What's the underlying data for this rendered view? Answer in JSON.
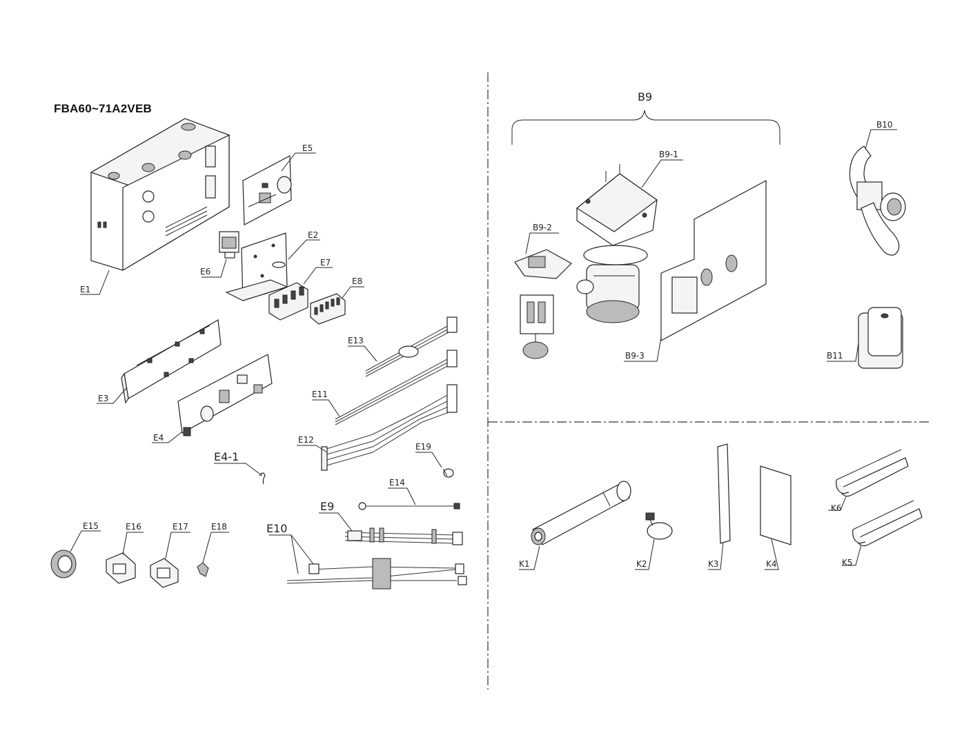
{
  "model_title": "FBA60~71A2VEB",
  "labels": {
    "E1": "E1",
    "E2": "E2",
    "E3": "E3",
    "E4": "E4",
    "E4_1": "E4-1",
    "E5": "E5",
    "E6": "E6",
    "E7": "E7",
    "E8": "E8",
    "E9": "E9",
    "E10": "E10",
    "E11": "E11",
    "E12": "E12",
    "E13": "E13",
    "E14": "E14",
    "E15": "E15",
    "E16": "E16",
    "E17": "E17",
    "E18": "E18",
    "E19": "E19",
    "B9": "B9",
    "B9_1": "B9-1",
    "B9_2": "B9-2",
    "B9_3": "B9-3",
    "B10": "B10",
    "B11": "B11",
    "K1": "K1",
    "K2": "K2",
    "K3": "K3",
    "K4": "K4",
    "K5": "K5",
    "K6": "K6"
  }
}
